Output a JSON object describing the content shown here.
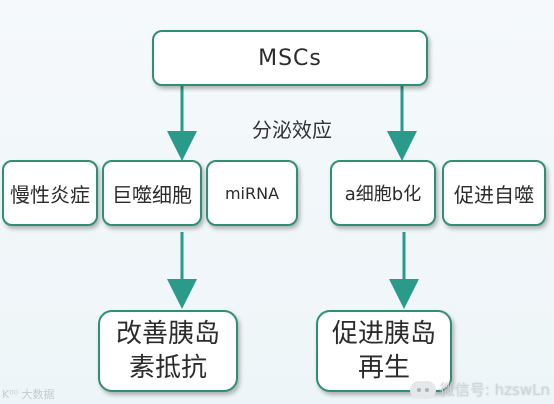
{
  "diagram": {
    "top_box": "MSCs",
    "middle_label": "分泌效应",
    "left_effects": [
      "慢性炎症",
      "巨噬细胞",
      "miRNA"
    ],
    "right_effects": [
      "a细胞b化",
      "促进自噬"
    ],
    "outcome_left": "改善胰岛\n素抵抗",
    "outcome_right": "促进胰岛\n再生"
  },
  "watermark": {
    "text": "微信号: hzswLn",
    "icon": "wechat-icon",
    "corner_text": "K⁰⁰ 大数据"
  },
  "colors": {
    "border": "#2f8f72",
    "arrow": "#2a9a8a",
    "background": "#f2f7fa"
  }
}
